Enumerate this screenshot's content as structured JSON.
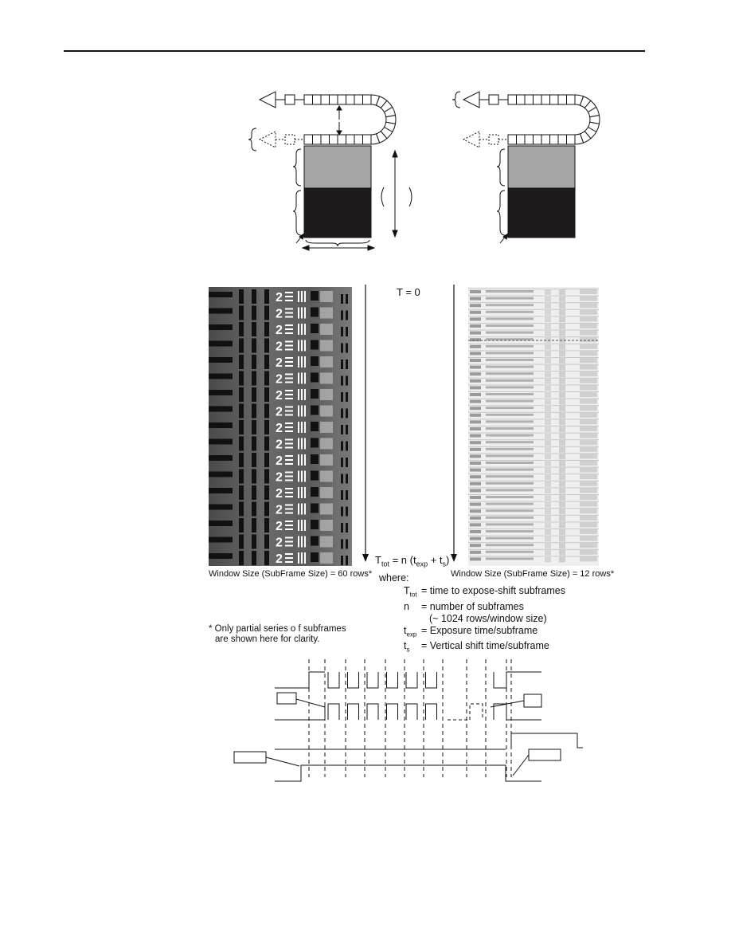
{
  "diagram": {
    "t_zero": "T = 0",
    "t_tot_main": "T",
    "t_tot_sub": "tot",
    "t_tot_eq": " = n (t",
    "t_exp_sub": "exp",
    "t_plus": " + t",
    "t_s_sub": "s",
    "t_close": ")",
    "left_window_label": "Window Size (SubFrame Size) = 60 rows*",
    "right_window_label": "Window Size (SubFrame Size) = 12 rows*",
    "where_label": "where:",
    "defs": [
      {
        "sym": "T",
        "sub": "tot",
        "text": "= time to expose-shift subframes"
      },
      {
        "sym": "n",
        "sub": "",
        "text": "= number of subframes"
      },
      {
        "sym": "",
        "sub": "",
        "text": "(~ 1024 rows/window size)"
      },
      {
        "sym": "t",
        "sub": "exp",
        "text": "= Exposure time/subframe"
      },
      {
        "sym": "t",
        "sub": "s",
        "text": "= Vertical shift time/subframe"
      }
    ],
    "footnote_line1": "* Only partial series o f subframes",
    "footnote_line2": "are shown here for clarity."
  },
  "colors": {
    "ink": "#111111",
    "light_gray": "#a6a6a6",
    "dark_region": "#1e1a1b"
  }
}
